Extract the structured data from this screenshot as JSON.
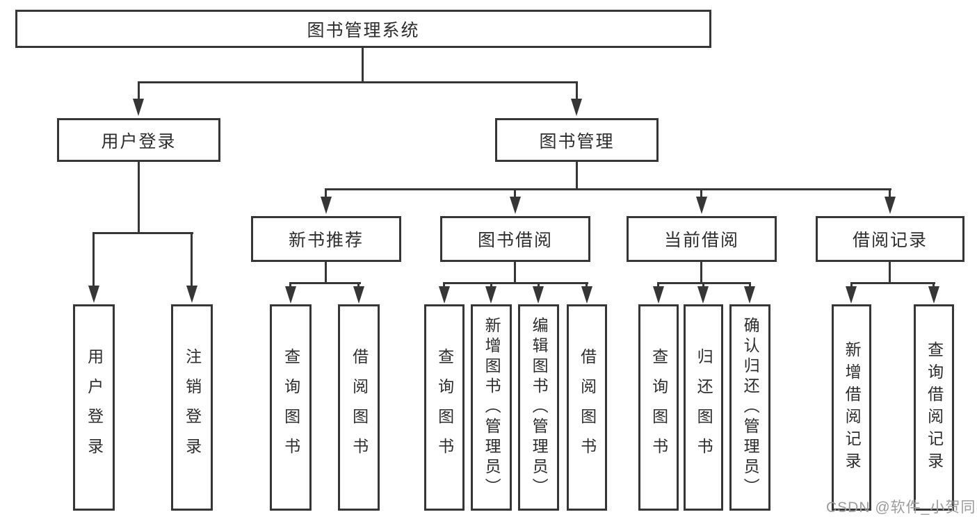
{
  "title": "图书管理系统",
  "level2": {
    "user_login": "用户登录",
    "book_mgmt": "图书管理"
  },
  "level3": {
    "new_books": "新书推荐",
    "book_borrow": "图书借阅",
    "current_borrow": "当前借阅",
    "borrow_records": "借阅记录"
  },
  "leaves": {
    "user_login": "用户登录",
    "logout": "注销登录",
    "nb_query": "查询图书",
    "nb_borrow": "借阅图书",
    "bb_query": "查询图书",
    "bb_add": "新增图书（管理员）",
    "bb_edit": "编辑图书（管理员）",
    "bb_borrow": "借阅图书",
    "cb_query": "查询图书",
    "cb_return": "归还图书",
    "cb_confirm": "确认归还（管理员）",
    "br_add": "新增借阅记录",
    "br_query": "查询借阅记录"
  },
  "watermark": "CSDN @软件_小贺同学",
  "colors": {
    "line": "#363636",
    "text": "#2d2d2d",
    "watermark": "#9b9b9b",
    "background": "#ffffff"
  }
}
